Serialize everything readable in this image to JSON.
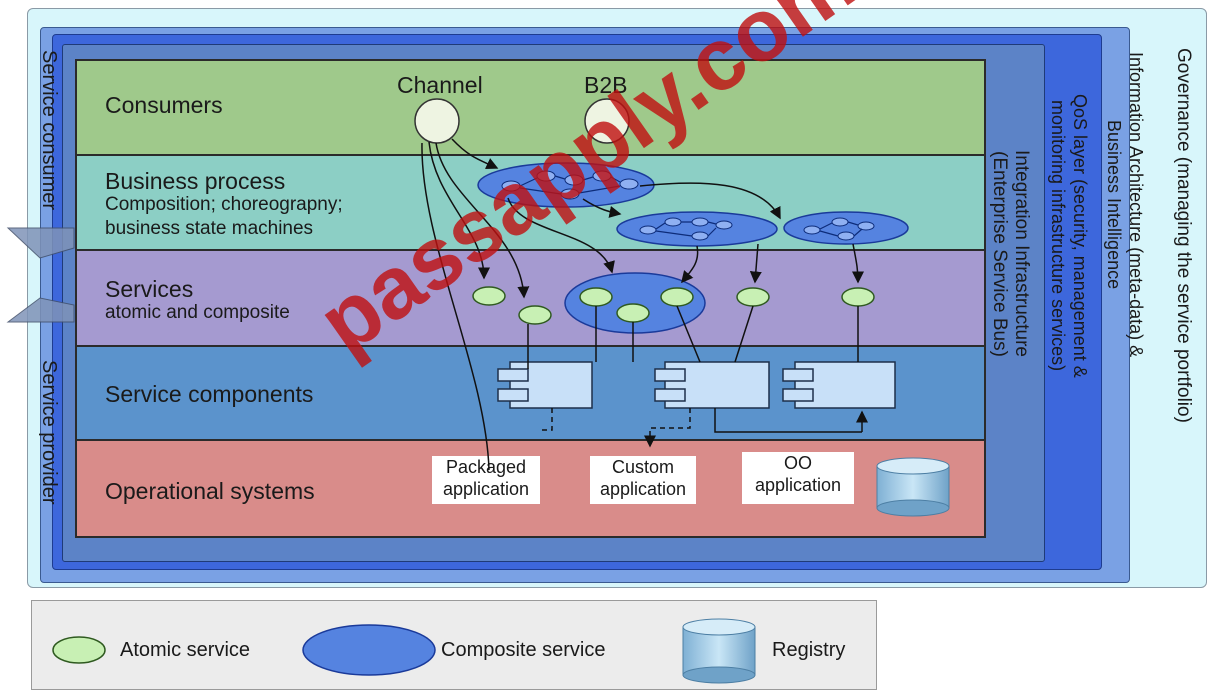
{
  "layers": {
    "consumers": "Consumers",
    "business_process": {
      "title": "Business process",
      "detail_line1": "Composition; choreograpny;",
      "detail_line2": "business state machines"
    },
    "services": {
      "title": "Services",
      "detail": "atomic and composite"
    },
    "service_components": "Service components",
    "operational_systems": "Operational systems"
  },
  "channels": {
    "channel": "Channel",
    "b2b": "B2B"
  },
  "applications": {
    "packaged": {
      "line1": "Packaged",
      "line2": "application"
    },
    "custom": {
      "line1": "Custom",
      "line2": "application"
    },
    "oo": {
      "line1": "OO",
      "line2": "application"
    }
  },
  "side_labels": {
    "service_consumer": "Service consumer",
    "service_provider": "Service provider",
    "integration": {
      "line1": "Integration Infrastructure",
      "line2": "(Enterprise Service Bus)"
    },
    "qos": {
      "line1": "QoS layer (security, management &",
      "line2": "monitoring infrastructure services)"
    },
    "information_architecture": {
      "line1": "Information Architecture (meta-data) &",
      "line2": "Business Intelligence"
    },
    "governance": "Governance (managing the service portfolio)"
  },
  "legend": {
    "atomic_service": "Atomic service",
    "composite_service": "Composite service",
    "registry": "Registry"
  },
  "watermark": "passapply.com",
  "colors": {
    "consumers": "#9fc98b",
    "business_process": "#8ccfc5",
    "services": "#a59ad0",
    "service_components": "#5b93cc",
    "operational_systems": "#d98c8a",
    "integration": "#5c83c7",
    "qos": "#3d67dc",
    "information_architecture": "#7aa1e4",
    "governance": "#d8f6fb",
    "atomic_service": "#c8f0b4",
    "composite_service": "#5583e0",
    "registry": "#a6cde8",
    "watermark": "#c01010"
  }
}
